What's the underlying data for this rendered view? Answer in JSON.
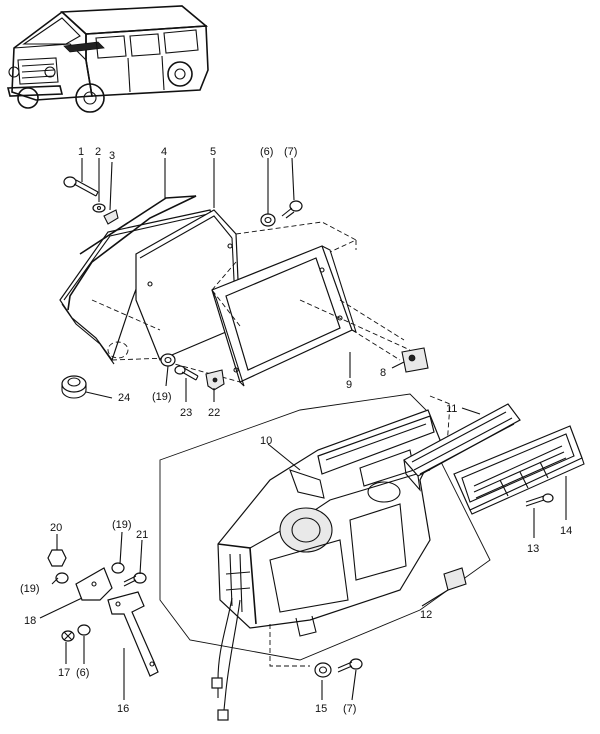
{
  "labels": {
    "p1": "1",
    "p2": "2",
    "p3": "3",
    "p4": "4",
    "p5": "5",
    "p6a": "(6)",
    "p7a": "(7)",
    "p8": "8",
    "p9": "9",
    "p10": "10",
    "p11": "11",
    "p12": "12",
    "p13": "13",
    "p14": "14",
    "p15": "15",
    "p16": "16",
    "p17": "17",
    "p18": "18",
    "p19a": "(19)",
    "p19b": "(19)",
    "p19c": "(19)",
    "p20": "20",
    "p21": "21",
    "p22": "22",
    "p23": "23",
    "p24": "24",
    "p6b": "(6)",
    "p7b": "(7)"
  }
}
